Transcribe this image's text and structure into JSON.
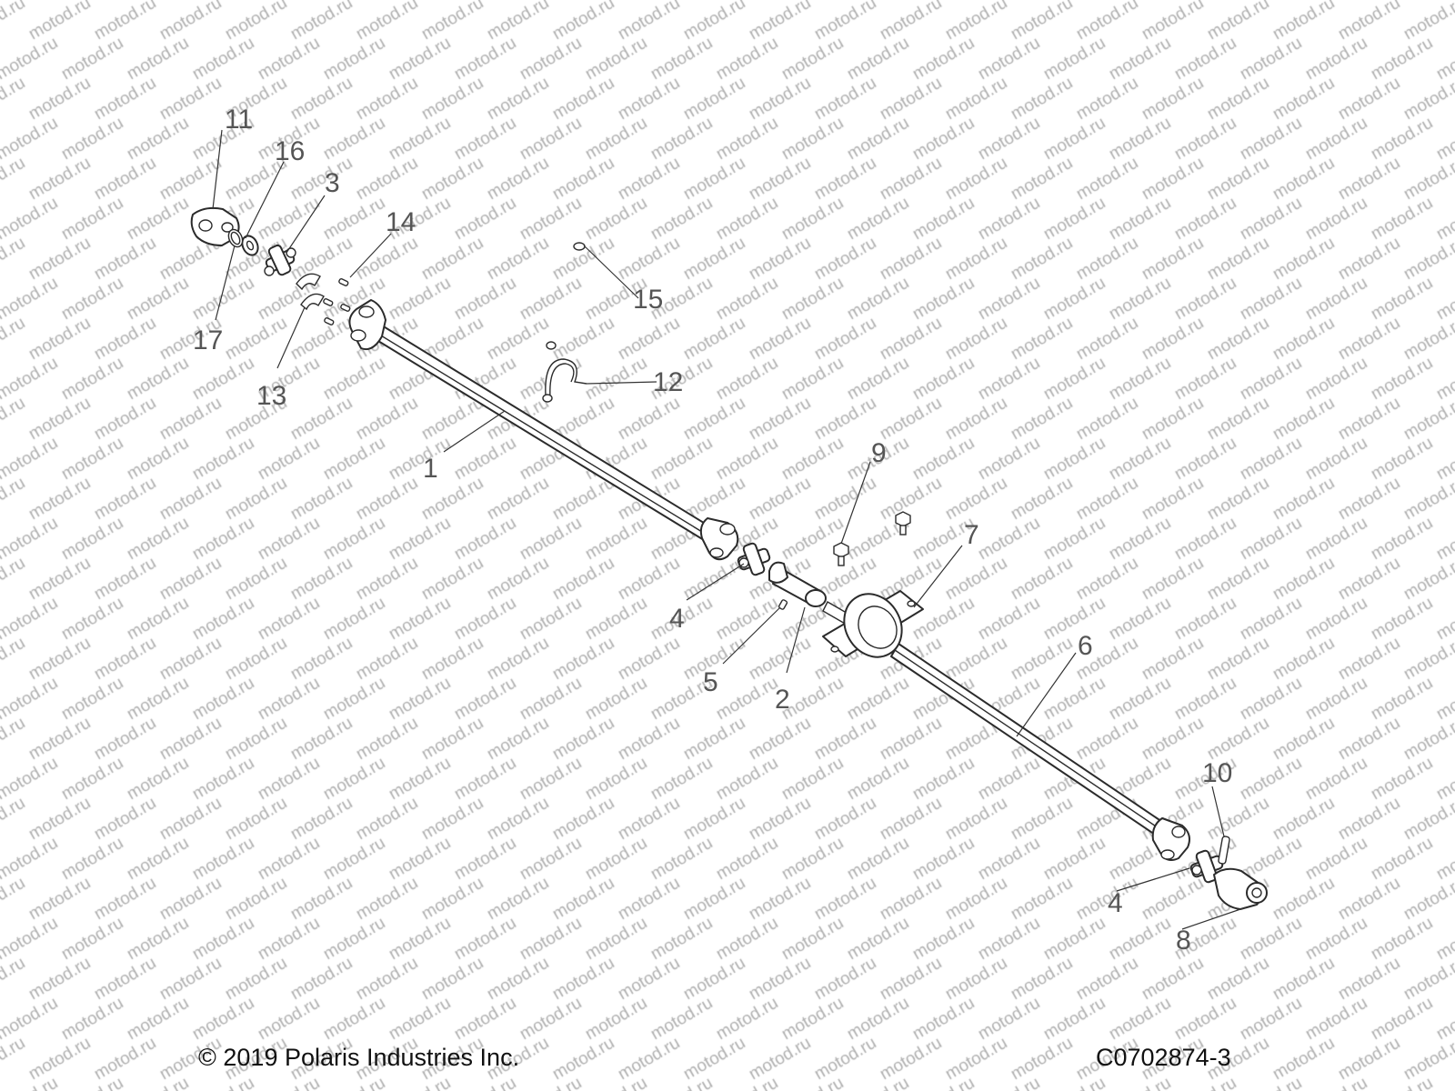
{
  "watermark": {
    "text": "motod.ru",
    "color": "#b0b0b0"
  },
  "callouts": [
    "1",
    "2",
    "3",
    "4",
    "4",
    "5",
    "6",
    "7",
    "8",
    "9",
    "10",
    "11",
    "12",
    "13",
    "14",
    "15",
    "16",
    "17"
  ],
  "footer": {
    "copyright": "© 2019 Polaris Industries Inc.",
    "figure_id": "C0702874-3"
  },
  "colors": {
    "line": "#2b2b2b",
    "callout_text": "#555555",
    "background": "#ffffff"
  }
}
